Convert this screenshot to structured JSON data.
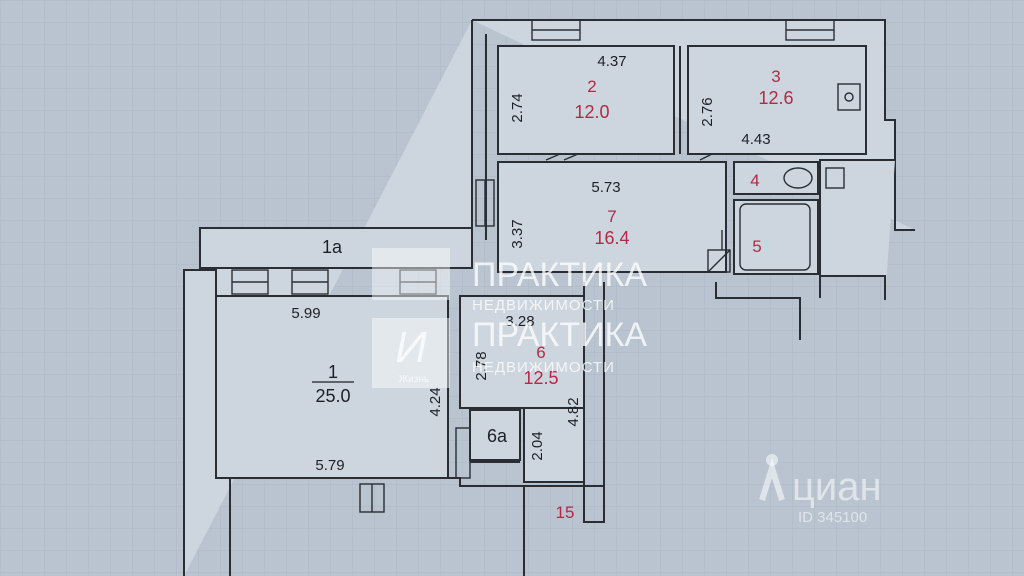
{
  "rooms": {
    "r1": {
      "num": "1",
      "area": "25.0",
      "w": "5.99",
      "w2": "5.79",
      "h": "4.24"
    },
    "r1a": {
      "label": "1а"
    },
    "r2": {
      "num": "2",
      "area": "12.0",
      "w": "4.37",
      "h": "2.74"
    },
    "r3": {
      "num": "3",
      "area": "12.6",
      "w": "4.43",
      "h": "2.76"
    },
    "r4": {
      "num": "4"
    },
    "r5": {
      "num": "5"
    },
    "r6": {
      "num": "6",
      "area": "12.5",
      "w": "3.28",
      "h": "2.78",
      "h2": "4.82"
    },
    "r6a": {
      "label": "6а",
      "h": "2.04"
    },
    "r7": {
      "num": "7",
      "area": "16.4",
      "w": "5.73",
      "h": "3.37"
    },
    "r15": {
      "label": "15"
    }
  },
  "watermark": {
    "brand": "ПРАКТИКА",
    "sub": "НЕДВИЖИМОСТИ",
    "logo_caption": "Жизнь",
    "cian": "циан",
    "cian_id": "ID 345100"
  },
  "colors": {
    "background": "#b9c4d0",
    "wall": "#2a2e33",
    "room_fill": "#cdd5de",
    "accent_red": "#b12a46"
  }
}
